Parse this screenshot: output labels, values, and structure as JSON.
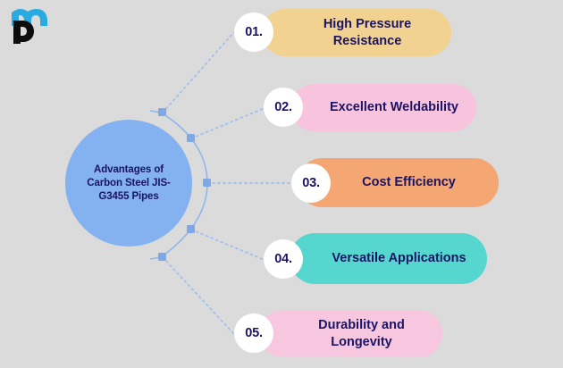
{
  "brand": {
    "logo_icon": "pm-monogram-logo",
    "logo_mark_color": "#29ABE2",
    "logo_letter_color": "#0D0D0D"
  },
  "theme": {
    "background": "#DBDBDB",
    "hub_fill": "#84B1F0",
    "text_navy": "#1B1464",
    "connector_blue": "#7FA8E8",
    "badge_fill": "#FFFFFF"
  },
  "hub": {
    "title": "Advantages of Carbon Steel JIS-G3455 Pipes"
  },
  "items": [
    {
      "number": "01.",
      "label": "High Pressure Resistance",
      "color": "#F2D290"
    },
    {
      "number": "02.",
      "label": "Excellent Weldability",
      "color": "#F8C4DD"
    },
    {
      "number": "03.",
      "label": "Cost Efficiency",
      "color": "#F4A673"
    },
    {
      "number": "04.",
      "label": "Versatile Applications",
      "color": "#55D6CE"
    },
    {
      "number": "05.",
      "label": "Durability and Longevity",
      "color": "#F6C7DE"
    }
  ]
}
